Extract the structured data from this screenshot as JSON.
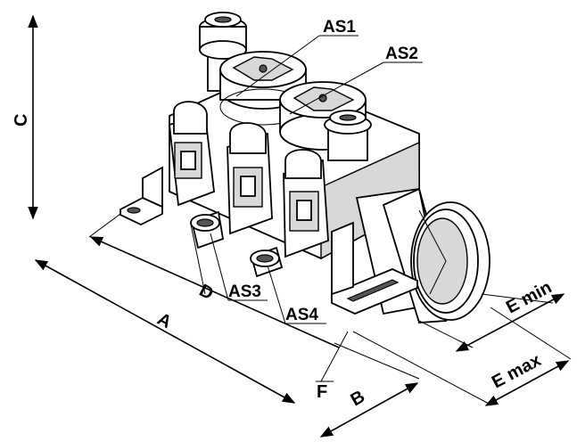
{
  "labels": {
    "as1": "AS1",
    "as2": "AS2",
    "as3": "AS3",
    "as4": "AS4"
  },
  "dimensions": {
    "a": "A",
    "b": "B",
    "c": "C",
    "d": "D",
    "e_min": "E min",
    "e_max": "E max",
    "f": "F"
  }
}
